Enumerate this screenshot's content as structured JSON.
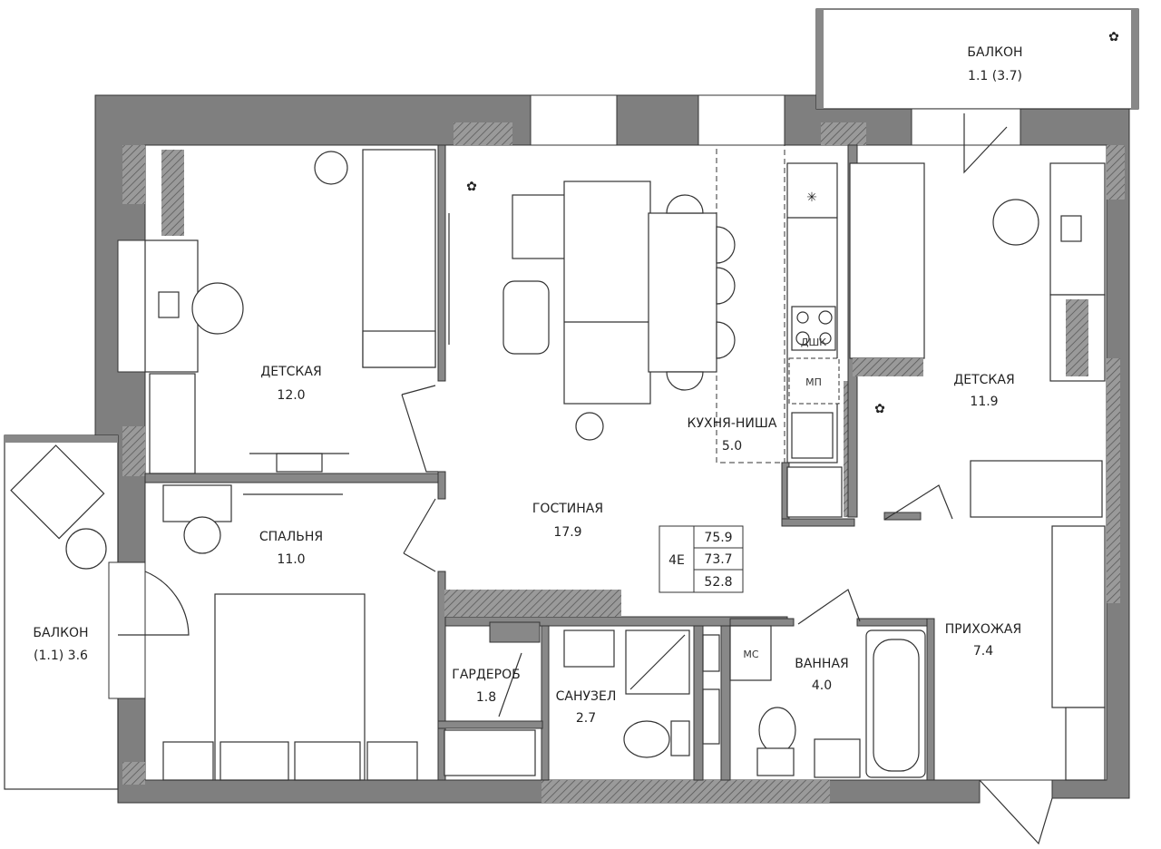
{
  "plan": {
    "rooms": [
      {
        "id": "balcony-top",
        "name": "БАЛКОН",
        "area": "1.1 (3.7)"
      },
      {
        "id": "kids-left",
        "name": "ДЕТСКАЯ",
        "area": "12.0"
      },
      {
        "id": "living",
        "name": "ГОСТИНАЯ",
        "area": "17.9"
      },
      {
        "id": "kitchen",
        "name": "КУХНЯ-НИША",
        "area": "5.0"
      },
      {
        "id": "kids-right",
        "name": "ДЕТСКАЯ",
        "area": "11.9"
      },
      {
        "id": "bedroom",
        "name": "СПАЛЬНЯ",
        "area": "11.0"
      },
      {
        "id": "balcony-left",
        "name": "БАЛКОН",
        "area": "(1.1) 3.6"
      },
      {
        "id": "wardrobe",
        "name": "ГАРДЕРОБ",
        "area": "1.8"
      },
      {
        "id": "wc",
        "name": "САНУЗЕЛ",
        "area": "2.7"
      },
      {
        "id": "bath",
        "name": "ВАННАЯ",
        "area": "4.0"
      },
      {
        "id": "hall",
        "name": "ПРИХОЖАЯ",
        "area": "7.4"
      }
    ],
    "appliance_labels": {
      "hob": "ДШК",
      "microwave": "МП",
      "washer": "МС"
    },
    "summary": {
      "type": "4Е",
      "total_area": "75.9",
      "area_no_balcony": "73.7",
      "living_area": "52.8"
    }
  }
}
